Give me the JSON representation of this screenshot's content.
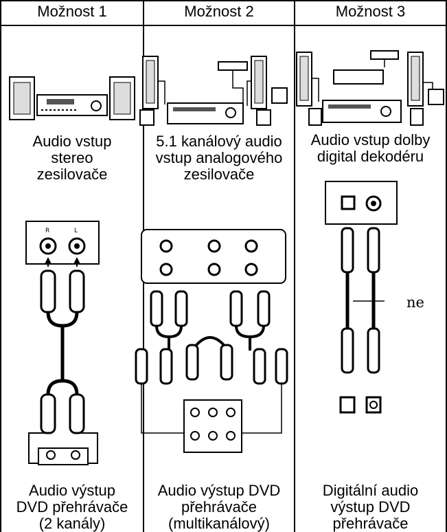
{
  "headers": [
    "Možnost 1",
    "Možnost 2",
    "Možnost 3"
  ],
  "inputs": [
    [
      "Audio vstup",
      "stereo",
      "zesilovače"
    ],
    [
      "5.1 kanálový audio",
      "vstup analogového",
      "zesilovače"
    ],
    [
      "Audio vstup dolby",
      "digital dekodéru"
    ]
  ],
  "outputs": [
    [
      "Audio výstup",
      "DVD přehrávače",
      "(2 kanály)"
    ],
    [
      "Audio výstup DVD",
      "přehrávače",
      "(multikanálový)"
    ],
    [
      "Digitální audio",
      "výstup DVD",
      "přehrávače"
    ]
  ],
  "annotation": "ne"
}
